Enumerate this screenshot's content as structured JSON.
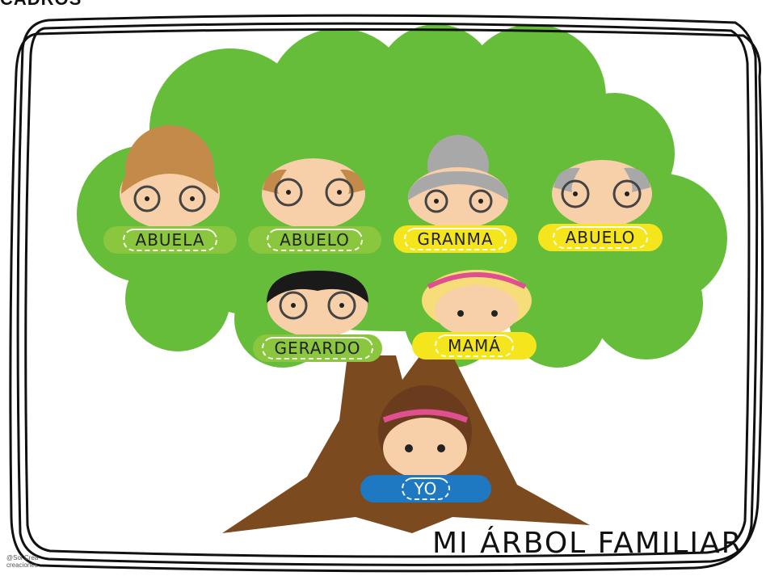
{
  "header": {
    "corner_text": "CADROS"
  },
  "title": "MI ÁRBOL FAMILIAR",
  "credit": {
    "line1": "@Sol Crea",
    "line2": "creaciones"
  },
  "people": [
    {
      "id": "abuela",
      "label": "ABUELA",
      "pill": "green"
    },
    {
      "id": "abuelo-1",
      "label": "ABUELO",
      "pill": "green"
    },
    {
      "id": "granma",
      "label": "GRANMA",
      "pill": "yellow"
    },
    {
      "id": "abuelo-2",
      "label": "ABUELO",
      "pill": "yellow"
    },
    {
      "id": "gerardo",
      "label": "GERARDO",
      "pill": "green"
    },
    {
      "id": "mama",
      "label": "MAMÁ",
      "pill": "yellow"
    },
    {
      "id": "yo",
      "label": "YO",
      "pill": "blue"
    }
  ],
  "colors": {
    "leaves": "#66bd3a",
    "trunk": "#7b4a1e",
    "pill_green": "#8bc63f",
    "pill_yellow": "#f5e51c",
    "pill_blue": "#1f79c2",
    "frame": "#111111"
  }
}
